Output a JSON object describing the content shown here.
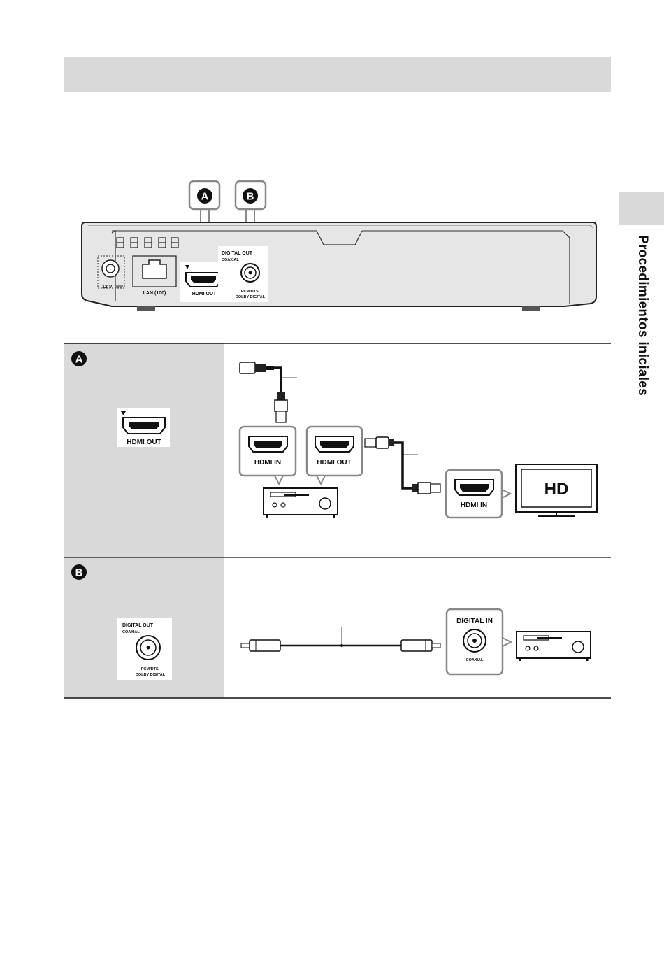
{
  "side_tab": {
    "label": "Procedimientos iniciales"
  },
  "player": {
    "callout_a": "A",
    "callout_b": "B",
    "power_label": "12 V",
    "lan_label": "LAN (100)",
    "hdmi_label": "HDMI OUT",
    "digital_out_label": "DIGITAL OUT",
    "coaxial_label": "COAXIAL",
    "pcm_label": "PCM/DTS/",
    "dolby_label": "DOLBY DIGITAL"
  },
  "row_a": {
    "badge": "A",
    "port_label": "HDMI OUT",
    "receiver_in_label": "HDMI IN",
    "receiver_out_label": "HDMI OUT",
    "tv_in_label": "HDMI IN",
    "tv_screen_text": "HD"
  },
  "row_b": {
    "badge": "B",
    "port_label": "DIGITAL OUT",
    "coaxial_label": "COAXIAL",
    "pcm_label": "PCM/DTS/",
    "dolby_label": "DOLBY DIGITAL",
    "receiver_in_label": "DIGITAL IN",
    "receiver_coaxial_label": "COAXIAL"
  },
  "colors": {
    "header_bar": "#d9d9d9",
    "panel_gray": "#d9d9d9",
    "player_body": "#e6e6e6",
    "badge": "#111111"
  }
}
